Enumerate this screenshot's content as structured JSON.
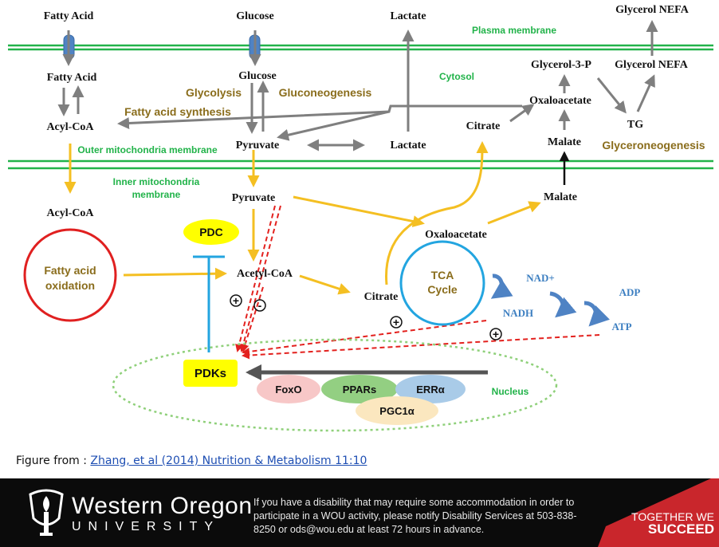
{
  "diagram": {
    "cytosol_nodes": {
      "fatty_acid_out": "Fatty Acid",
      "glucose_out": "Glucose",
      "lactate_out": "Lactate",
      "glycerol_nefa_top": "Glycerol NEFA",
      "fatty_acid_in": "Fatty Acid",
      "glucose_in": "Glucose",
      "glycerol_3_p": "Glycerol-3-P",
      "glycerol_nefa": "Glycerol NEFA",
      "oxaloacetate": "Oxaloacetate",
      "acyl_coa": "Acyl-CoA",
      "citrate": "Citrate",
      "tg": "TG",
      "pyruvate": "Pyruvate",
      "lactate_in": "Lactate",
      "malate": "Malate"
    },
    "processes": {
      "glycolysis": "Glycolysis",
      "gluconeogenesis": "Gluconeogenesis",
      "fatty_acid_synthesis": "Fatty acid synthesis",
      "glyceroneogenesis": "Glyceroneogenesis"
    },
    "compartments": {
      "plasma_membrane": "Plasma membrane",
      "cytosol": "Cytosol",
      "outer_membrane": "Outer mitochondria membrane",
      "inner_membrane_line1": "Inner mitochondria",
      "inner_membrane_line2": "membrane",
      "nucleus": "Nucleus"
    },
    "mito_nodes": {
      "acyl_coa": "Acyl-CoA",
      "pyruvate": "Pyruvate",
      "malate": "Malate",
      "oxaloacetate": "Oxaloacetate",
      "acetyl_coa": "Acetyl-CoA",
      "citrate": "Citrate",
      "fao_line1": "Fatty acid",
      "fao_line2": "oxidation",
      "pdc": "PDC",
      "tca_line1": "TCA",
      "tca_line2": "Cycle",
      "nad_plus": "NAD+",
      "nadh": "NADH",
      "adp": "ADP",
      "atp": "ATP",
      "plus_sign": "+",
      "minus_sign": "-"
    },
    "nucleus_nodes": {
      "pdks": "PDKs",
      "foxo": "FoxO",
      "ppars": "PPARs",
      "erra": "ERRα",
      "pgc1a": "PGC1α"
    },
    "colors": {
      "membrane": "#22b34a",
      "gray_arrow": "#7f7f7f",
      "yellow_arrow": "#f4bf22",
      "red_dashed": "#e3211e",
      "fao_circle": "#e02020",
      "tca_circle": "#23a5e0",
      "pdc_fill": "#ffff00",
      "inhibit": "#23a5e0",
      "transporter": "#4f83c4"
    }
  },
  "citation": {
    "prefix": "Figure from : ",
    "link": "Zhang, et al (2014) Nutrition & Metabolism 11:10"
  },
  "footer": {
    "university_name": "Western Oregon",
    "university_sub": "UNIVERSITY",
    "notice": "If you have a disability that may require some accommodation in order to participate in a WOU activity, please notify Disability Services at 503-838-8250 or ods@wou.edu at least 72 hours in advance.",
    "tagline_1": "TOGETHER WE",
    "tagline_2": "SUCCEED"
  }
}
